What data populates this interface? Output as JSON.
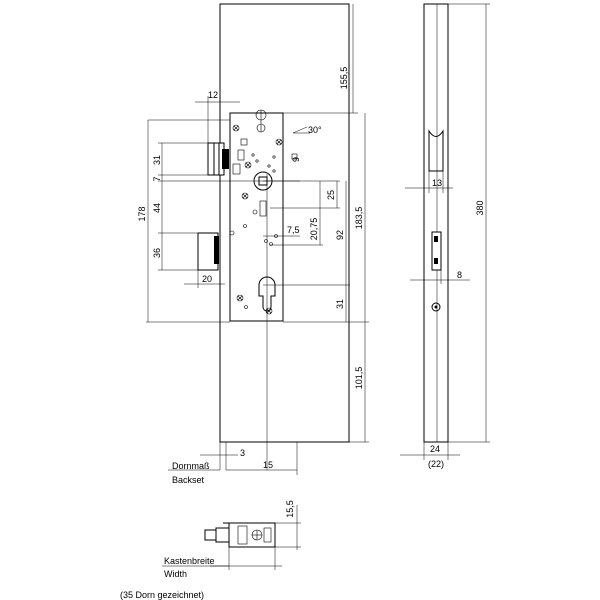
{
  "dimensions": {
    "d12": "12",
    "d155_5": "155,5",
    "d30deg": "30°",
    "d9": "9",
    "d31_top": "31",
    "d7": "7",
    "d178": "178",
    "d44": "44",
    "d36": "36",
    "d20": "20",
    "d25": "25",
    "d20_75": "20,75",
    "d7_5": "7,5",
    "d92": "92",
    "d183_5": "183,5",
    "d31_bottom": "31",
    "d101_5": "101,5",
    "d3": "3",
    "d15": "15",
    "d15_5": "15,5",
    "d13": "13",
    "d8": "8",
    "d380": "380",
    "d24": "24",
    "d22": "(22)"
  },
  "labels": {
    "backset_de": "Dornmaß",
    "backset_en": "Backset",
    "width_de": "Kastenbreite",
    "width_en": "Width",
    "note": "(35 Dorn gezeichnet)"
  }
}
